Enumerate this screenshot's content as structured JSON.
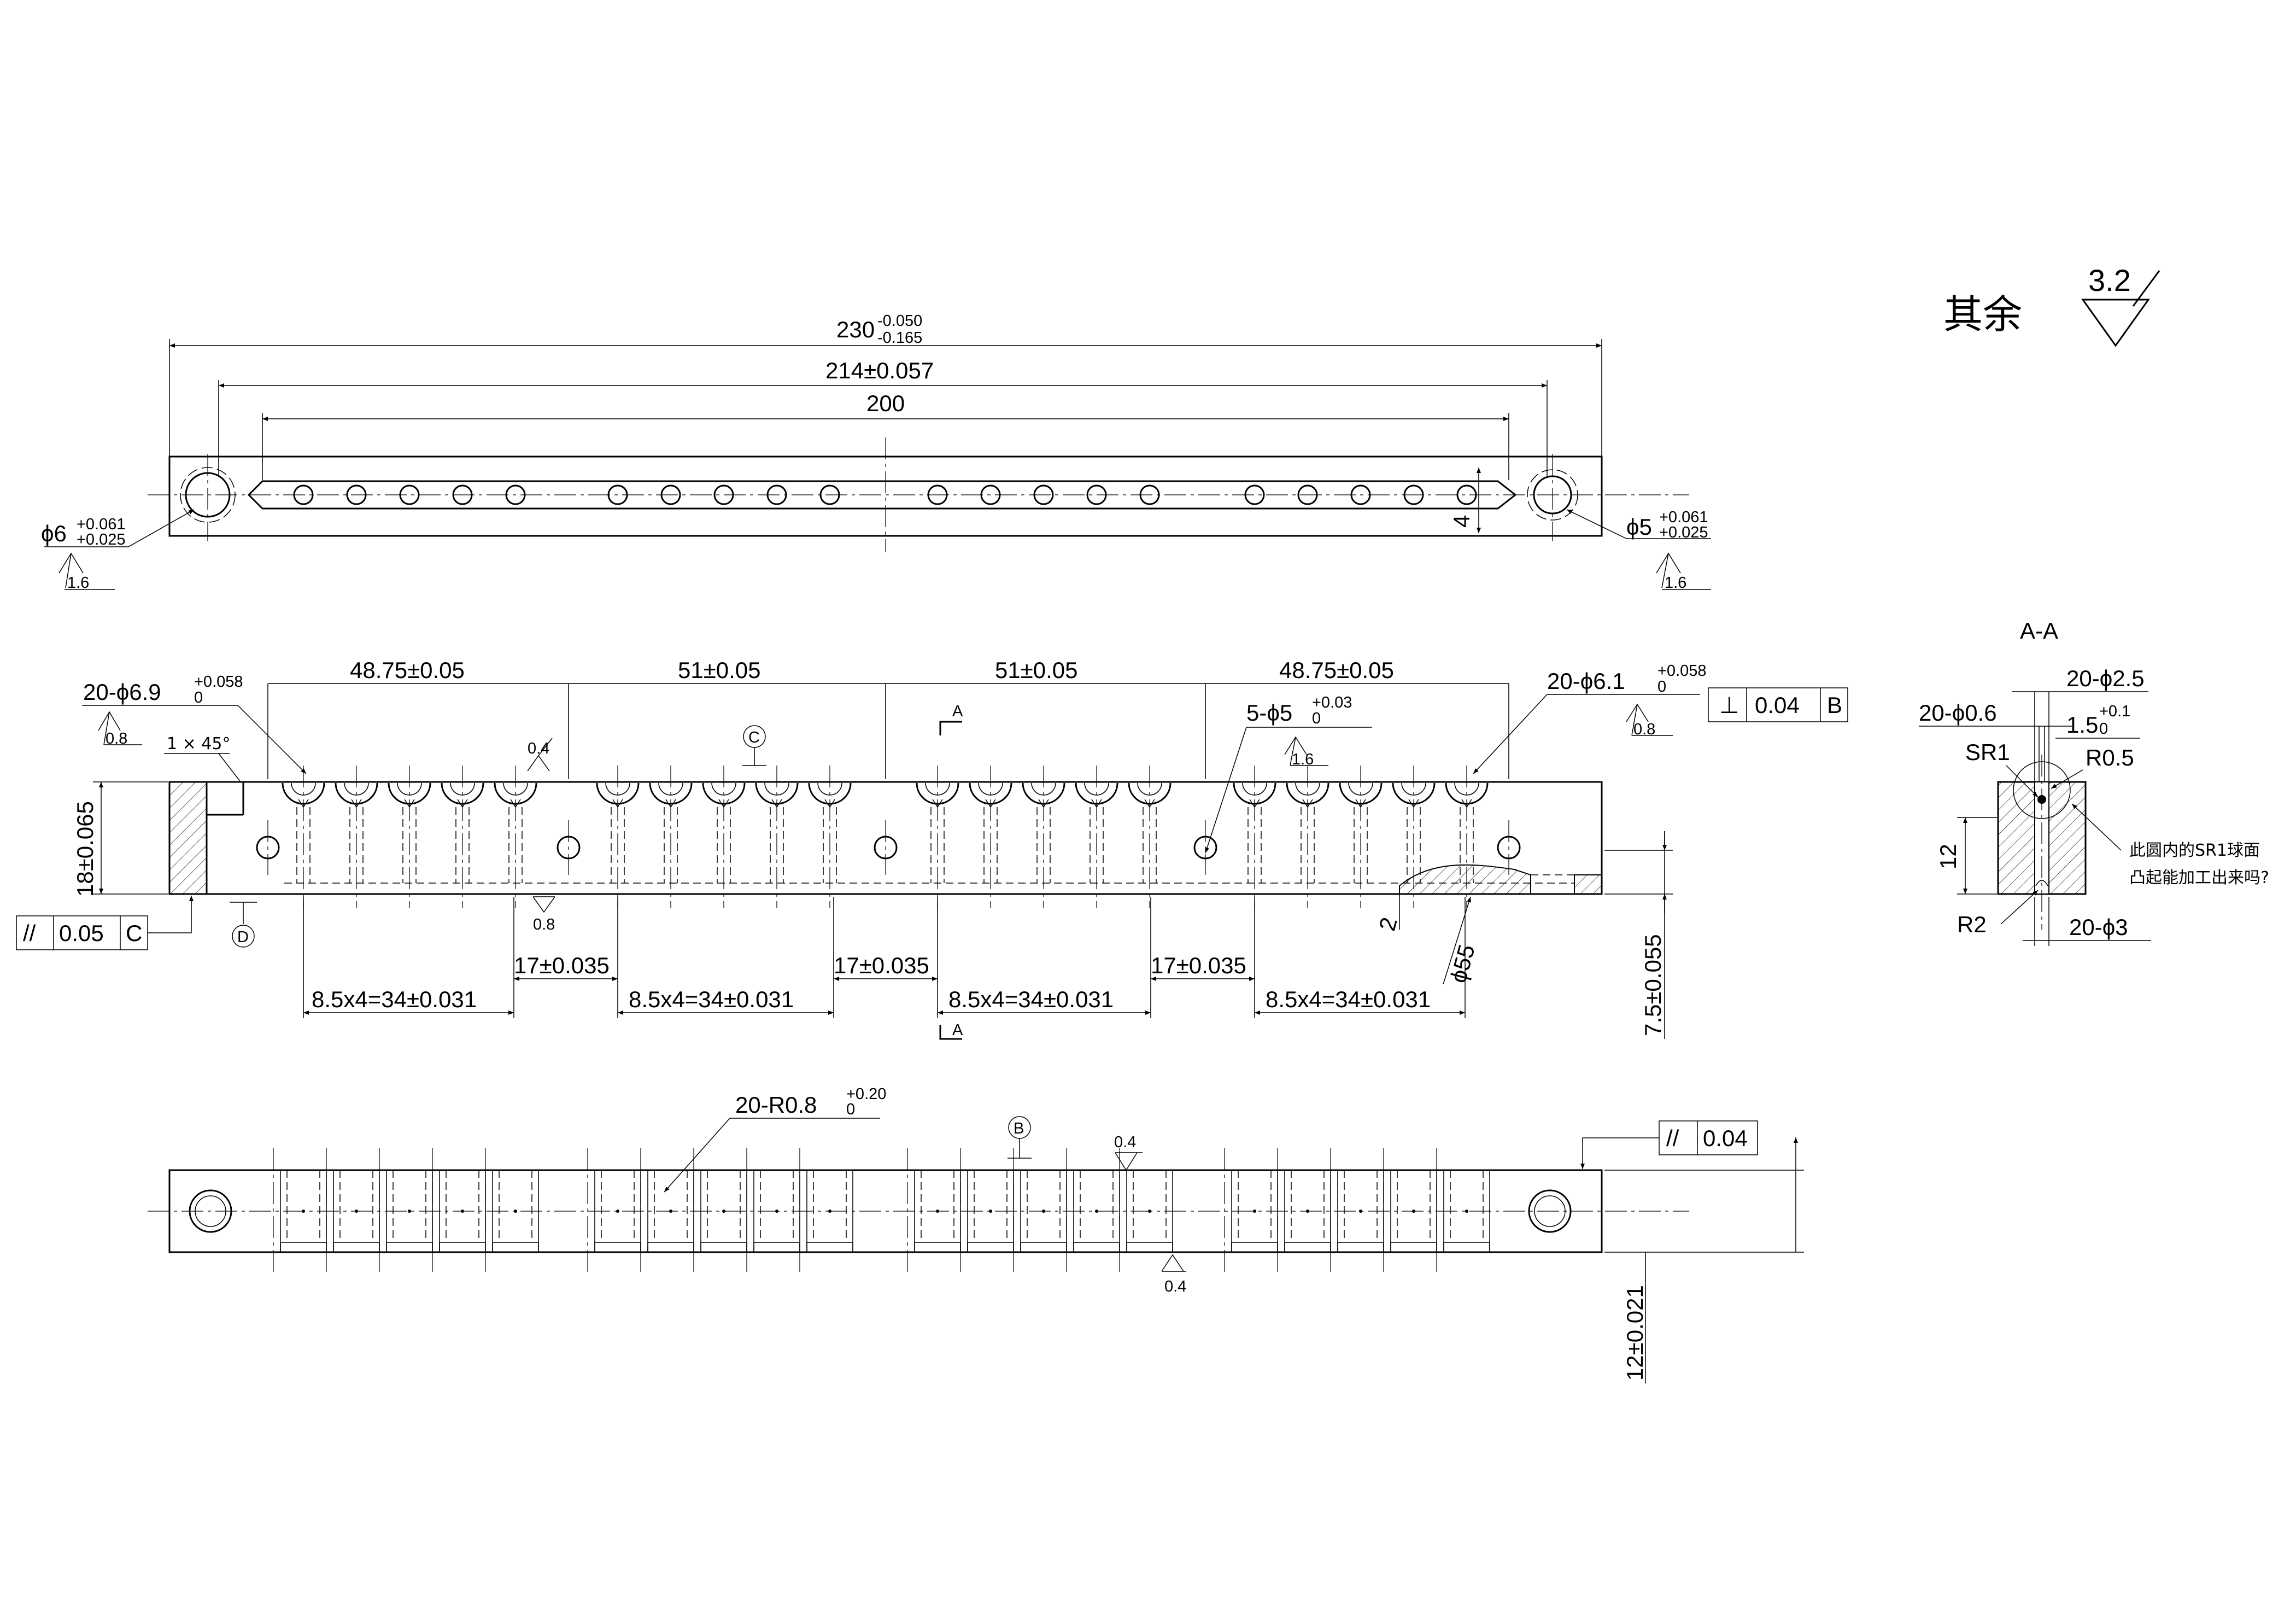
{
  "surface_finish": {
    "label": "其余",
    "value": "3.2"
  },
  "top_view": {
    "overall_length": {
      "base": "230",
      "upper": "-0.050",
      "lower": "-0.165"
    },
    "hole_span": "214±0.057",
    "slot_length": "200",
    "slot_width": "4",
    "left_hole": {
      "base": "ϕ6",
      "upper": "+0.061",
      "lower": "+0.025",
      "roughness": "1.6"
    },
    "right_hole": {
      "base": "ϕ5",
      "upper": "+0.061",
      "lower": "+0.025",
      "roughness": "1.6"
    }
  },
  "front_view": {
    "pitch_group_1": "48.75±0.05",
    "pitch_group_2": "51±0.05",
    "pitch_group_3": "51±0.05",
    "pitch_group_4": "48.75±0.05",
    "left_bores": {
      "base": "20-ϕ6.9",
      "upper": "+0.058",
      "lower": "0",
      "roughness": "0.8"
    },
    "right_bores": {
      "base": "20-ϕ6.1",
      "upper": "+0.058",
      "lower": "0",
      "roughness": "0.8"
    },
    "small_holes": {
      "base": "5-ϕ5",
      "upper": "+0.03",
      "lower": "0",
      "roughness": "1.6"
    },
    "chamfer": "1 × 45°",
    "roughness_top": "0.4",
    "datum_c": "C",
    "datum_d": "D",
    "perpendicularity": {
      "symbol": "⊥",
      "value": "0.04",
      "datum": "B"
    },
    "parallelism": {
      "symbol": "//",
      "value": "0.05",
      "datum": "C"
    },
    "height": "18±0.065",
    "roughness_bottom": "0.8",
    "group_spacing": [
      "17±0.035",
      "17±0.035",
      "17±0.035"
    ],
    "hole_pitches": [
      "8.5x4=34±0.031",
      "8.5x4=34±0.031",
      "8.5x4=34±0.031",
      "8.5x4=34±0.031"
    ],
    "section_marker": "A",
    "radius": "ϕ55",
    "depth": "2",
    "hole_height": "7.5±0.055"
  },
  "bottom_view": {
    "grooves": {
      "base": "20-R0.8",
      "upper": "+0.20",
      "lower": "0"
    },
    "datum_b": "B",
    "roughness_top": "0.4",
    "roughness_bottom": "0.4",
    "parallelism": {
      "symbol": "//",
      "value": "0.04"
    },
    "height": "12±0.021"
  },
  "section_view": {
    "title": "A-A",
    "hole_small": "20-ϕ2.5",
    "hole_tiny": "20-ϕ0.6",
    "depth": {
      "base": "1.5",
      "upper": "+0.1",
      "lower": "0"
    },
    "sphere": "SR1",
    "radius_top": "R0.5",
    "height": "12",
    "radius_bottom": "R2",
    "hole_large": "20-ϕ3",
    "note_line1": "此圆内的SR1球面",
    "note_line2": "凸起能加工出来吗?"
  }
}
